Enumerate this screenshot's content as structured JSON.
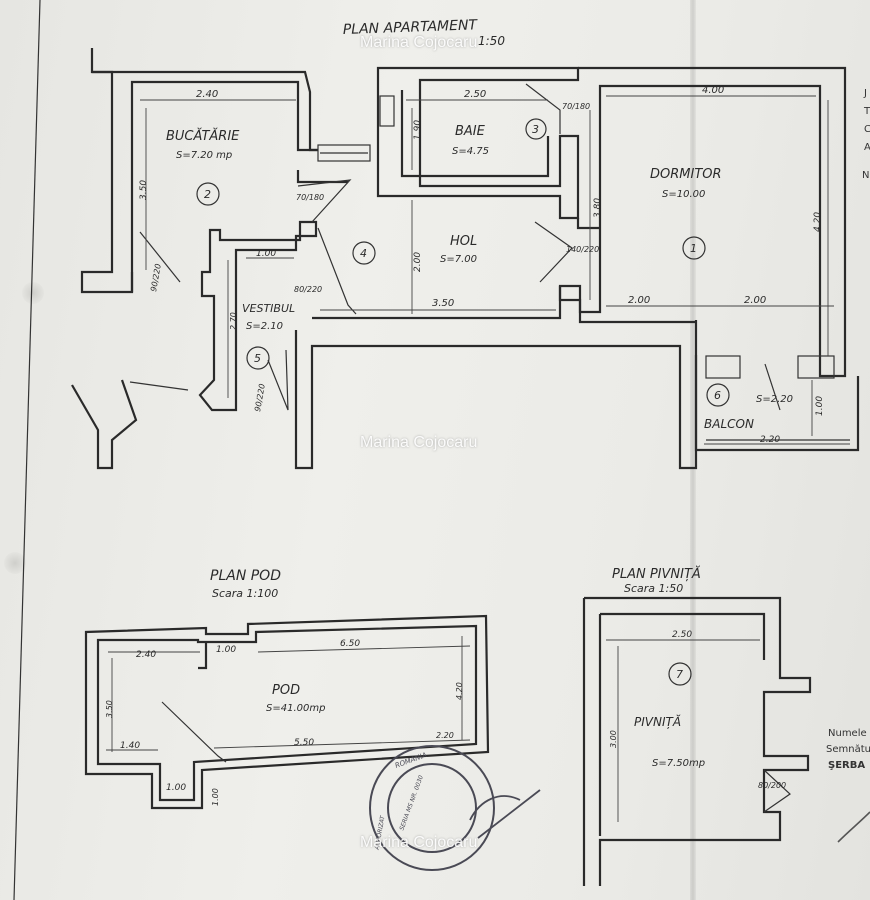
{
  "watermark": "Marina Cojocaru",
  "plan_apartament": {
    "title": "PLAN APARTAMENT",
    "scale": "1:50",
    "rooms": [
      {
        "num": "1",
        "name": "DORMITOR",
        "area": "S=10.00"
      },
      {
        "num": "2",
        "name": "BUCĂTĂRIE",
        "area": "S=7.20 mp"
      },
      {
        "num": "3",
        "name": "BAIE",
        "area": "S=4.75"
      },
      {
        "num": "4",
        "name": "HOL",
        "area": "S=7.00"
      },
      {
        "num": "5",
        "name": "VESTIBUL",
        "area": "S=2.10"
      },
      {
        "num": "6",
        "name": "BALCON",
        "area": "S=2.20"
      }
    ],
    "dims": [
      "2.40",
      "2.50",
      "4.00",
      "3.50",
      "1.90",
      "3.80",
      "4.20",
      "2.00",
      "3.50",
      "1.00",
      "2.70",
      "2.00",
      "2.00",
      "1.00",
      "2.20"
    ],
    "doors": [
      "70/180",
      "70/180",
      "140/220",
      "80/220",
      "90/220",
      "90/220"
    ]
  },
  "plan_pod": {
    "title": "PLAN POD",
    "scale": "Scara 1:100",
    "room": {
      "name": "POD",
      "area": "S=41.00mp"
    },
    "dims": [
      "2.40",
      "1.00",
      "6.50",
      "3.50",
      "4.20",
      "1.40",
      "5.50",
      "2.20",
      "1.00",
      "1.00"
    ]
  },
  "plan_pivnita": {
    "title": "PLAN PIVNIȚĂ",
    "scale": "Scara 1:50",
    "room": {
      "num": "7",
      "name": "PIVNIȚĂ",
      "area": "S=7.50mp"
    },
    "dims": [
      "2.50",
      "3.00"
    ],
    "door": "80/200"
  },
  "edge_text": [
    "J",
    "T",
    "C",
    "A",
    "N",
    "Numele",
    "Semnătu",
    "ŞERBA"
  ],
  "stamp_text": [
    "ROMANIA",
    "SERIA MS NR. 0030",
    "AUTORIZAT"
  ]
}
